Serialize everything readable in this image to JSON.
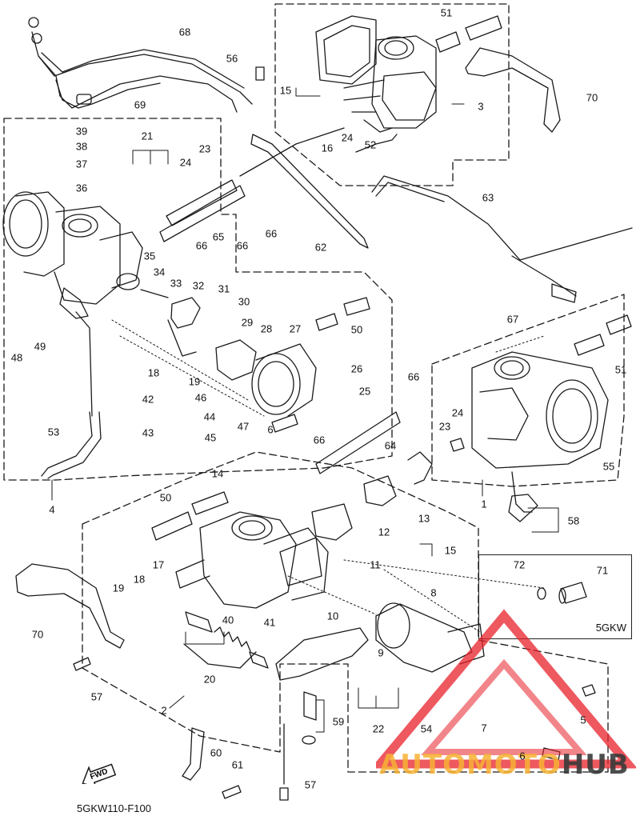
{
  "diagram": {
    "caption": "5GKW110-F100",
    "variant_label": "5GKW",
    "fwd_label": "FWD",
    "callouts": [
      "1",
      "2",
      "3",
      "4",
      "5",
      "6",
      "7",
      "8",
      "9",
      "10",
      "11",
      "12",
      "13",
      "14",
      "15",
      "16",
      "17",
      "18",
      "19",
      "20",
      "21",
      "22",
      "23",
      "24",
      "25",
      "26",
      "27",
      "28",
      "29",
      "30",
      "31",
      "32",
      "33",
      "34",
      "35",
      "36",
      "37",
      "38",
      "39",
      "40",
      "41",
      "42",
      "43",
      "44",
      "45",
      "46",
      "47",
      "48",
      "49",
      "50",
      "51",
      "52",
      "53",
      "54",
      "55",
      "56",
      "57",
      "58",
      "59",
      "60",
      "61",
      "62",
      "63",
      "64",
      "65",
      "66",
      "67",
      "68",
      "69",
      "70",
      "71",
      "72"
    ]
  },
  "watermark": {
    "text_a": "AUTOMOTO",
    "text_b": "HUB",
    "color_red": "#e8202a",
    "color_orange": "#f7b234"
  }
}
